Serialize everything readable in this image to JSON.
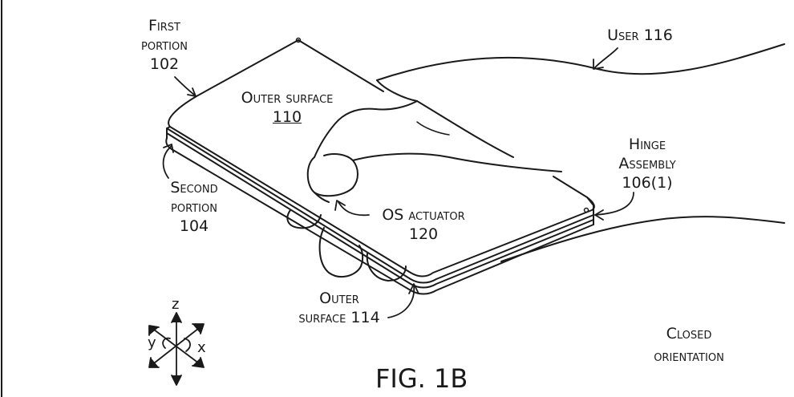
{
  "labels": {
    "first_portion": {
      "line1": "First",
      "line2": "portion",
      "ref": "102"
    },
    "outer_surface_top": {
      "text": "Outer surface",
      "ref": "110"
    },
    "user": {
      "text": "User 116"
    },
    "hinge_assembly": {
      "line1": "Hinge",
      "line2": "Assembly",
      "ref": "106(1)"
    },
    "second_portion": {
      "line1": "Second",
      "line2": "portion",
      "ref": "104"
    },
    "os_actuator": {
      "text": "OS actuator",
      "ref": "120"
    },
    "outer_surface_bottom": {
      "line1": "Outer",
      "line2": "surface 114"
    },
    "orientation": {
      "line1": "Closed",
      "line2": "orientation"
    }
  },
  "axes": {
    "z": "z",
    "y": "y",
    "x": "x"
  },
  "figure_caption": "FIG. 1B",
  "colors": {
    "ink": "#1a1a1a",
    "background": "#ffffff"
  }
}
